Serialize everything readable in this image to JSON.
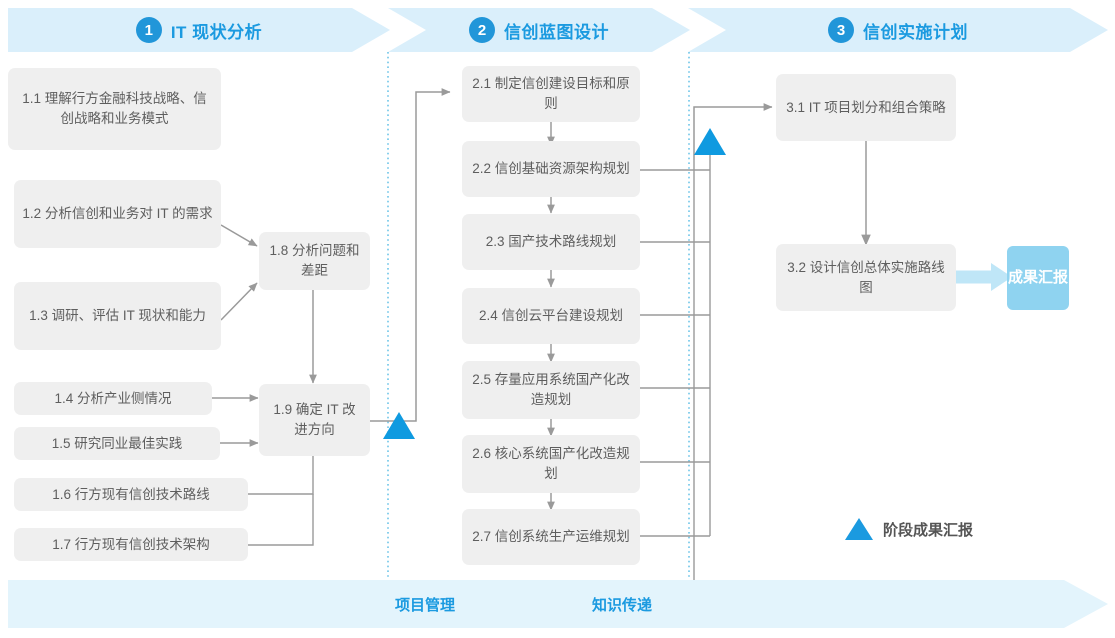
{
  "phases": [
    {
      "number": "1",
      "title": "IT 现状分析"
    },
    {
      "number": "2",
      "title": "信创蓝图设计"
    },
    {
      "number": "3",
      "title": "信创实施计划"
    }
  ],
  "phase1_tasks": [
    {
      "id": "1.1",
      "text": "1.1 理解行方金融科技战略、信创战略和业务模式"
    },
    {
      "id": "1.2",
      "text": "1.2 分析信创和业务对 IT 的需求"
    },
    {
      "id": "1.3",
      "text": "1.3 调研、评估 IT 现状和能力"
    },
    {
      "id": "1.4",
      "text": "1.4 分析产业侧情况"
    },
    {
      "id": "1.5",
      "text": "1.5 研究同业最佳实践"
    },
    {
      "id": "1.6",
      "text": "1.6 行方现有信创技术路线"
    },
    {
      "id": "1.7",
      "text": "1.7 行方现有信创技术架构"
    },
    {
      "id": "1.8",
      "text": "1.8 分析问题和差距"
    },
    {
      "id": "1.9",
      "text": "1.9 确定 IT 改进方向"
    }
  ],
  "phase2_tasks": [
    {
      "id": "2.1",
      "text": "2.1 制定信创建设目标和原则"
    },
    {
      "id": "2.2",
      "text": "2.2 信创基础资源架构规划"
    },
    {
      "id": "2.3",
      "text": "2.3 国产技术路线规划"
    },
    {
      "id": "2.4",
      "text": "2.4 信创云平台建设规划"
    },
    {
      "id": "2.5",
      "text": "2.5 存量应用系统国产化改造规划"
    },
    {
      "id": "2.6",
      "text": "2.6 核心系统国产化改造规划"
    },
    {
      "id": "2.7",
      "text": "2.7 信创系统生产运维规划"
    }
  ],
  "phase3_tasks": [
    {
      "id": "3.1",
      "text": "3.1 IT 项目划分和组合策略"
    },
    {
      "id": "3.2",
      "text": "3.2 设计信创总体实施路线图"
    }
  ],
  "result_badge": {
    "text": "成果汇报"
  },
  "legend": {
    "label": "阶段成果汇报",
    "marker": "triangle"
  },
  "bottom_band": {
    "labels": [
      {
        "text": "项目管理"
      },
      {
        "text": "知识传递"
      }
    ]
  },
  "colors": {
    "accent": "#1b9ae0",
    "phase_band": "#daeffb",
    "bottom_band": "#e3f4fc",
    "box_fill": "#efefef",
    "box_text": "#5e5e5e",
    "badge_fill": "#8fd3f0",
    "milestone": "#0f9ae0",
    "connector": "#9a9a9a",
    "divider_dotted": "#6cc4e8"
  }
}
